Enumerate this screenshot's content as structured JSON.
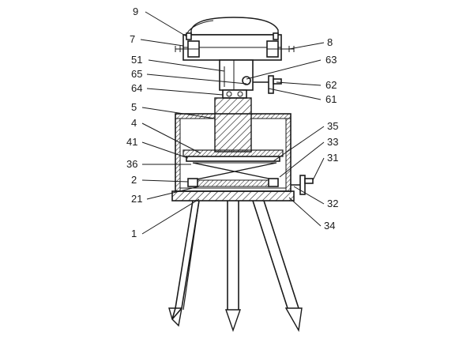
{
  "labels": {
    "l9": "9",
    "l7": "7",
    "l8": "8",
    "l51": "51",
    "l63": "63",
    "l65": "65",
    "l62": "62",
    "l64": "64",
    "l61": "61",
    "l5": "5",
    "l4": "4",
    "l35": "35",
    "l41": "41",
    "l33": "33",
    "l36": "36",
    "l31": "31",
    "l2": "2",
    "l21": "21",
    "l32": "32",
    "l1": "1",
    "l34": "34"
  },
  "colors": {
    "ink": "#1a1a1a",
    "background": "#ffffff"
  }
}
